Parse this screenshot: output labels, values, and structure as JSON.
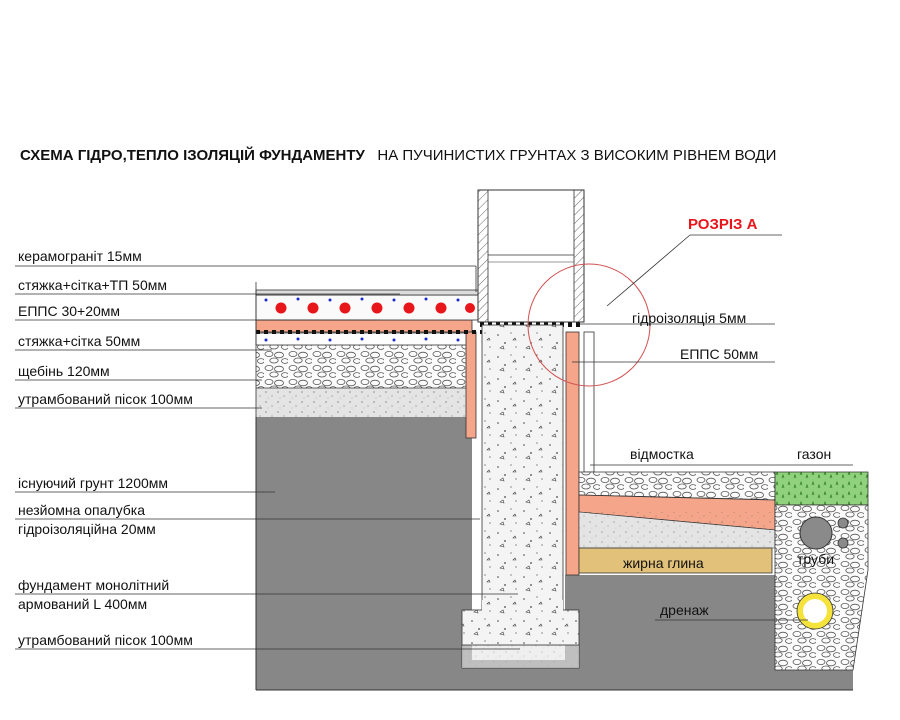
{
  "title": {
    "bold_part": "СХЕМА ГІДРО,ТЕПЛО ІЗОЛЯЦІЙ ФУНДАМЕНТУ",
    "regular_part": "НА ПУЧИНИСТИХ ГРУНТАХ З ВИСОКИМ РІВНЕМ ВОДИ"
  },
  "section_label": "РОЗРІЗ А",
  "left_labels": [
    {
      "id": "porcelain",
      "text": "керамограніт  15мм"
    },
    {
      "id": "screed-mesh-tp",
      "text": "стяжка+сітка+ТП  50мм"
    },
    {
      "id": "xps-floor",
      "text": "ЕППС 30+20мм"
    },
    {
      "id": "screed-mesh",
      "text": "стяжка+сітка 50мм"
    },
    {
      "id": "gravel",
      "text": "щебінь 120мм"
    },
    {
      "id": "sand-top",
      "text": "утрамбований пісок 100мм"
    },
    {
      "id": "soil",
      "text": "існуючий грунт 1200мм"
    },
    {
      "id": "formwork-1",
      "text": "незйомна опалубка"
    },
    {
      "id": "formwork-2",
      "text": "гідроізоляційна 20мм"
    },
    {
      "id": "foundation-1",
      "text": "фундамент монолітний"
    },
    {
      "id": "foundation-2",
      "text": "армований L 400мм"
    },
    {
      "id": "sand-bottom",
      "text": "утрамбований пісок 100мм"
    }
  ],
  "right_labels": {
    "waterproofing": "гідроізоляція 5мм",
    "xps_wall": "ЕППС 50мм",
    "blind_area": "відмостка",
    "lawn": "газон",
    "pipes": "труби",
    "clay": "жирна глина",
    "drainage": "дренаж"
  },
  "colors": {
    "soil": "#878787",
    "sand": "#e4e4e4",
    "concrete": "#f2f2f2",
    "xps": "#f4a58a",
    "clay": "#e2c27a",
    "lawn": "#8fd17c",
    "heating_pipe": "#e8151b",
    "accent": "#e8151b",
    "insulation_blue": "#1b2ccf",
    "drain_pipe": "#f5e23a",
    "line": "#222222"
  }
}
